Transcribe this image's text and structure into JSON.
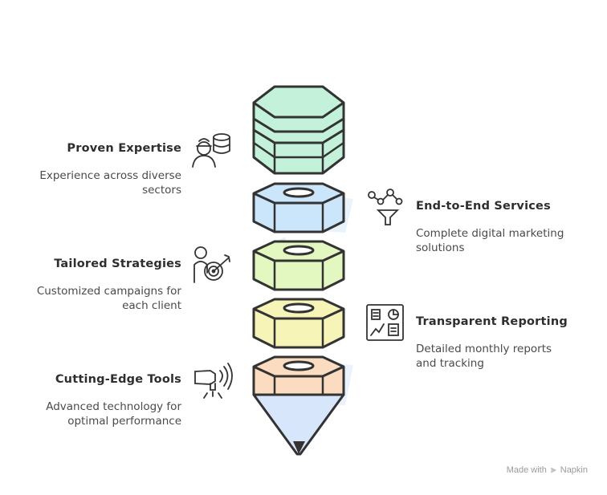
{
  "items": [
    {
      "title": "Proven Expertise",
      "desc": "Experience across diverse sectors",
      "icon": "worker-database-icon",
      "fill": "#c3f1d9"
    },
    {
      "title": "End-to-End Services",
      "desc": "Complete digital marketing solutions",
      "icon": "network-funnel-icon",
      "fill": "#cbe6fb"
    },
    {
      "title": "Tailored Strategies",
      "desc": "Customized campaigns for each client",
      "icon": "person-target-icon",
      "fill": "#e3f7c1"
    },
    {
      "title": "Transparent Reporting",
      "desc": "Detailed monthly reports and tracking",
      "icon": "report-dashboard-icon",
      "fill": "#f7f4b8"
    },
    {
      "title": "Cutting-Edge Tools",
      "desc": "Advanced technology for optimal performance",
      "icon": "drill-tool-icon",
      "fill": "#fbdcc0"
    }
  ],
  "tip_fill": "#d7e6fb",
  "stroke": "#333333",
  "watermark": {
    "prefix": "Made with",
    "brand": "Napkin"
  }
}
